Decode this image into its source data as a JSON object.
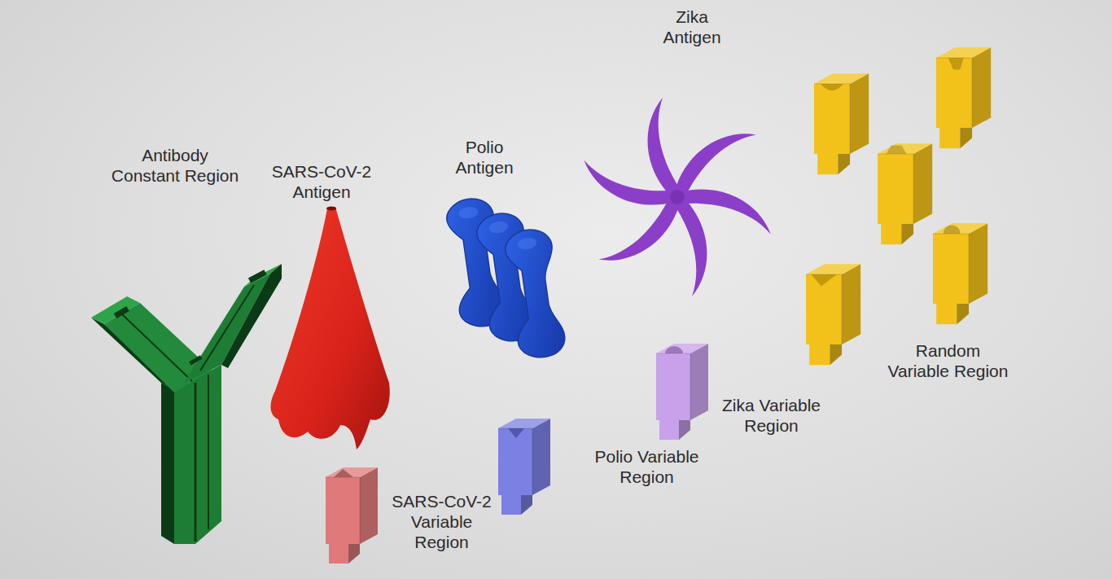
{
  "diagram": {
    "labels": [
      "Antibody Constant Region",
      "SARS-CoV-2 Antigen",
      "Polio Antigen",
      "Zika Antigen",
      "Random Variable Region",
      "SARS-CoV-2 Variable Region",
      "Polio Variable Region",
      "Zika Variable Region"
    ]
  }
}
